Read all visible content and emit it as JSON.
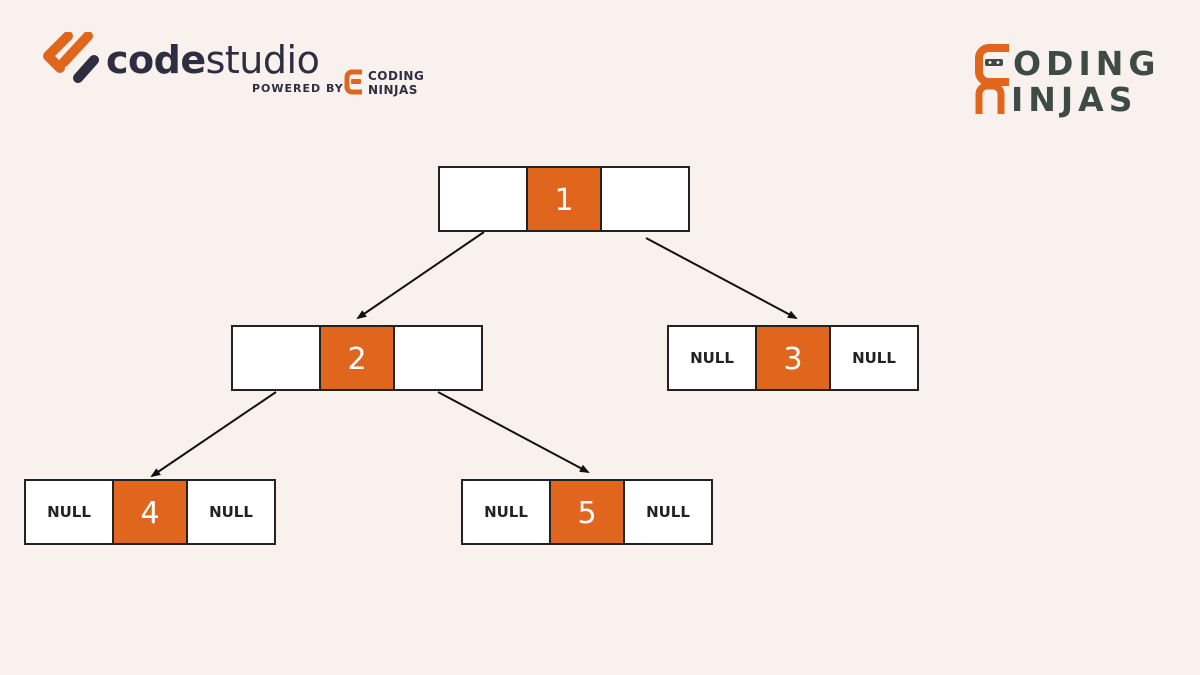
{
  "header": {
    "brand_part1": "code",
    "brand_part2": "studio",
    "powered_by": "POWERED BY",
    "partner_line1": "CODING",
    "partner_line2": "NINJAS",
    "corner_logo_line1": "ODING",
    "corner_logo_line2": "INJAS"
  },
  "colors": {
    "background": "#f9f1ed",
    "accent": "#e0661e",
    "dark": "#2e2e42",
    "node_border": "#222222"
  },
  "tree": {
    "nodes": [
      {
        "id": "n1",
        "value": "1",
        "left": "",
        "right": ""
      },
      {
        "id": "n2",
        "value": "2",
        "left": "",
        "right": ""
      },
      {
        "id": "n3",
        "value": "3",
        "left": "NULL",
        "right": "NULL"
      },
      {
        "id": "n4",
        "value": "4",
        "left": "NULL",
        "right": "NULL"
      },
      {
        "id": "n5",
        "value": "5",
        "left": "NULL",
        "right": "NULL"
      }
    ],
    "edges": [
      {
        "from": "n1",
        "to": "n2",
        "side": "left"
      },
      {
        "from": "n1",
        "to": "n3",
        "side": "right"
      },
      {
        "from": "n2",
        "to": "n4",
        "side": "left"
      },
      {
        "from": "n2",
        "to": "n5",
        "side": "right"
      }
    ]
  }
}
